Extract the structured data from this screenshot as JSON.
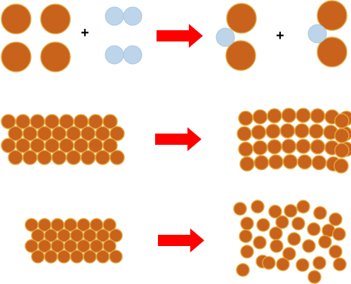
{
  "colors": {
    "metal_fill": "#C9621B",
    "metal_stroke": "#E0A43A",
    "hydrogen_fill": "#BDD5EA",
    "hydrogen_stroke": "#A9C6E2",
    "arrow": "#FF0000",
    "background": "#FFFFFF"
  },
  "symbols": {
    "plus": "+"
  },
  "rows": [
    {
      "reaction": "hydrogen-embrittlement",
      "left": "four-metal-atoms-plus-two-h2-molecules",
      "right": "metal-atoms-with-adsorbed-hydrogen"
    },
    {
      "reaction": "lattice-deformation",
      "left": "ordered-metal-lattice",
      "right": "bent-metal-lattice"
    },
    {
      "reaction": "lattice-disintegration",
      "left": "ordered-metal-lattice",
      "right": "scattered-metal-atoms"
    }
  ]
}
